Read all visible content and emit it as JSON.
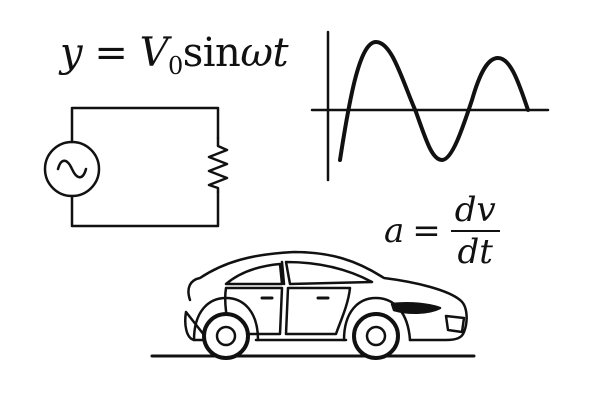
{
  "equations": {
    "sine": {
      "lhs": "y",
      "equals": "=",
      "amp_symbol": "V",
      "amp_subscript": "0",
      "func": "sin",
      "arg": "ωt"
    },
    "accel": {
      "lhs": "a",
      "equals": "=",
      "numerator": "dv",
      "denominator": "dt"
    }
  },
  "icons": [
    "ac-source-icon",
    "resistor-icon",
    "sine-wave-graph",
    "car-icon"
  ],
  "colors": {
    "ink": "#111111",
    "background": "#ffffff"
  }
}
